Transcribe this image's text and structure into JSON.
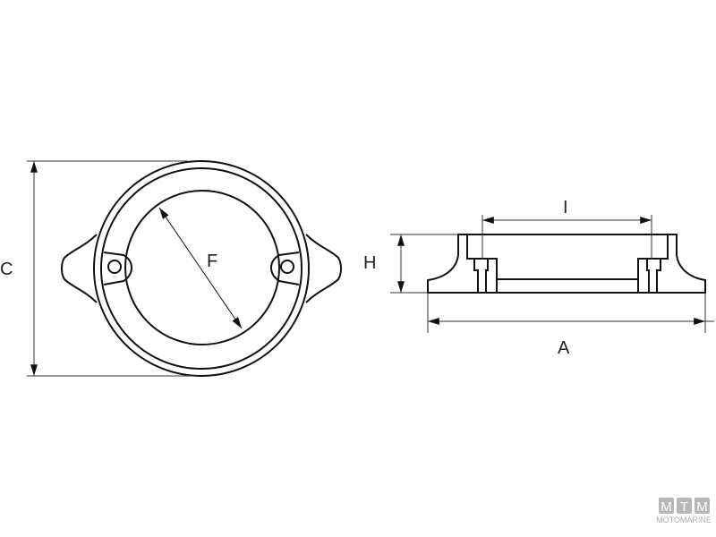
{
  "labels": {
    "c": "C",
    "f": "F",
    "h": "H",
    "i": "I",
    "a": "A"
  },
  "watermark": {
    "letters": [
      "M",
      "T",
      "M"
    ],
    "brand": "MOTOMARINE"
  },
  "colors": {
    "line": "#111111",
    "dimension": "#333333",
    "watermark": "#9a9a9a"
  }
}
